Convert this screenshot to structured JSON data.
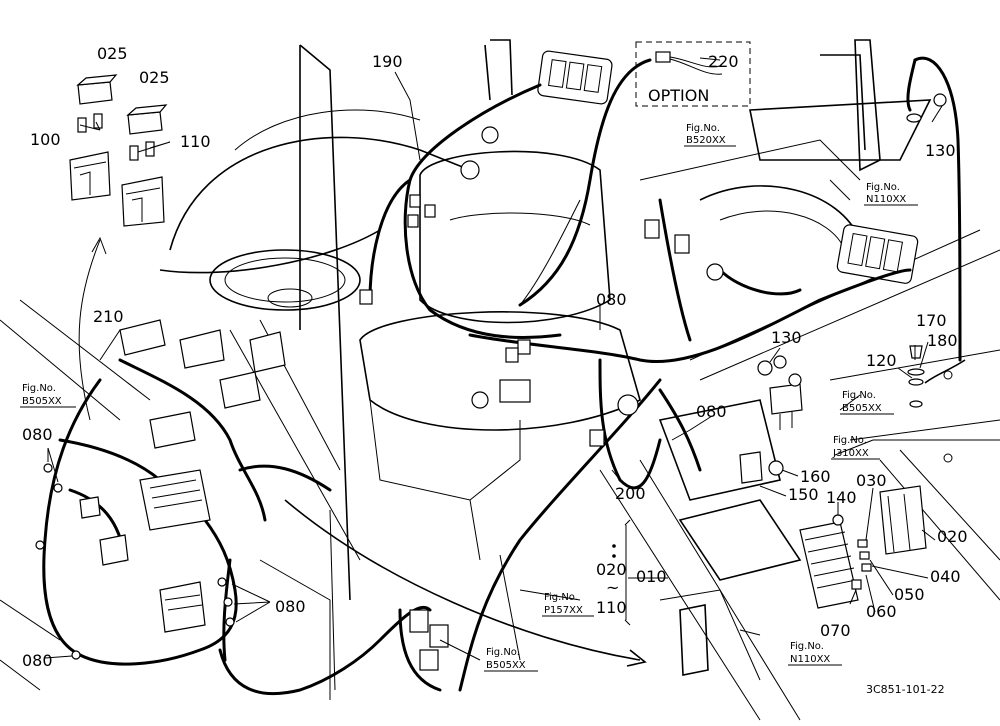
{
  "part_numbers": {
    "p025a": "025",
    "p025b": "025",
    "p100": "100",
    "p110": "110",
    "p190": "190",
    "p220": "220",
    "p130a": "130",
    "p130b": "130",
    "p210": "210",
    "p080a": "080",
    "p080b": "080",
    "p080c": "080",
    "p080d": "080",
    "p080e": "080",
    "p170": "170",
    "p180": "180",
    "p120": "120",
    "p160": "160",
    "p150": "150",
    "p140": "140",
    "p030": "030",
    "p020": "020",
    "p040": "040",
    "p050": "050",
    "p060": "060",
    "p070": "070",
    "p200": "200",
    "p010": "010",
    "p020_110_top": "020",
    "p020_110_tilde": "~",
    "p020_110_bottom": "110"
  },
  "option_label": "OPTION",
  "fig_refs": {
    "b520": {
      "title": "Fig.No.",
      "code": "B520XX"
    },
    "n110_top": {
      "title": "Fig.No.",
      "code": "N110XX"
    },
    "b505_left": {
      "title": "Fig.No.",
      "code": "B505XX"
    },
    "b505_right": {
      "title": "Fig.No.",
      "code": "B505XX"
    },
    "j310": {
      "title": "Fig.No.",
      "code": "J310XX"
    },
    "p157": {
      "title": "Fig.No.",
      "code": "P157XX"
    },
    "b505_bottom": {
      "title": "Fig.No.",
      "code": "B505XX"
    },
    "n110_bottom": {
      "title": "Fig.No.",
      "code": "N110XX"
    }
  },
  "drawing_code": "3C851-101-22"
}
